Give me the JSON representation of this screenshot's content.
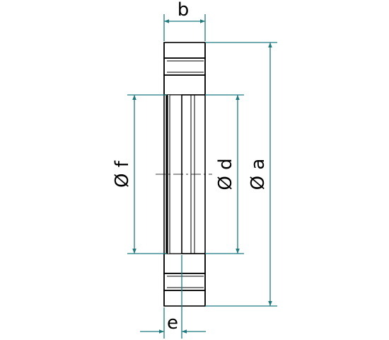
{
  "dimensions": {
    "b": "b",
    "e": "e",
    "f": "Ø f",
    "d": "Ø d",
    "a": "Ø a"
  },
  "colors": {
    "dimension_line": "#1f7a80",
    "outline": "#000000",
    "background": "#ffffff"
  }
}
